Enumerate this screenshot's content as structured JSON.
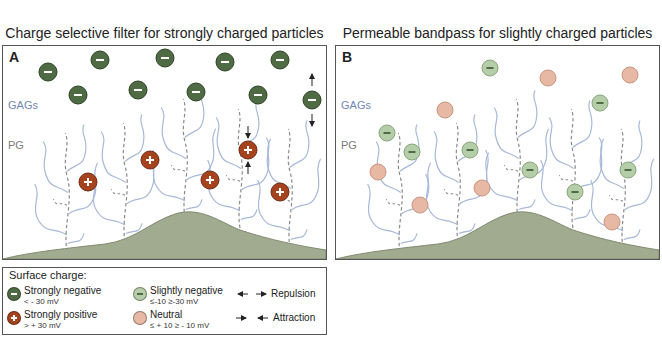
{
  "diagram": {
    "nodes": [
      {
        "text": [
          "Charge selective filter for strongly charged particles",
          "A"
        ]
      },
      {
        "text": [
          "Permeable bandpass for slightly charged particles",
          "B"
        ]
      },
      {
        "text": [
          "Surface charge:"
        ]
      }
    ],
    "labels": [
      "GAGs",
      "PG",
      "GAGs",
      "PG",
      "< - 30 mV",
      "> + 30 mV",
      "≤-10 ≥-30 mV",
      "≤ + 10 ≥ - 10 mV"
    ],
    "legend": [
      {
        "text": "Strongly negative",
        "color": "#4f6b43"
      },
      {
        "text": "Strongly positive",
        "color": "#a6431f"
      },
      {
        "text": "Slightly negative",
        "color": "#b5cda9"
      },
      {
        "text": "Neutral",
        "color": "#e7b9a5"
      },
      {
        "text": "Repulsion"
      },
      {
        "text": "Attraction"
      }
    ]
  }
}
